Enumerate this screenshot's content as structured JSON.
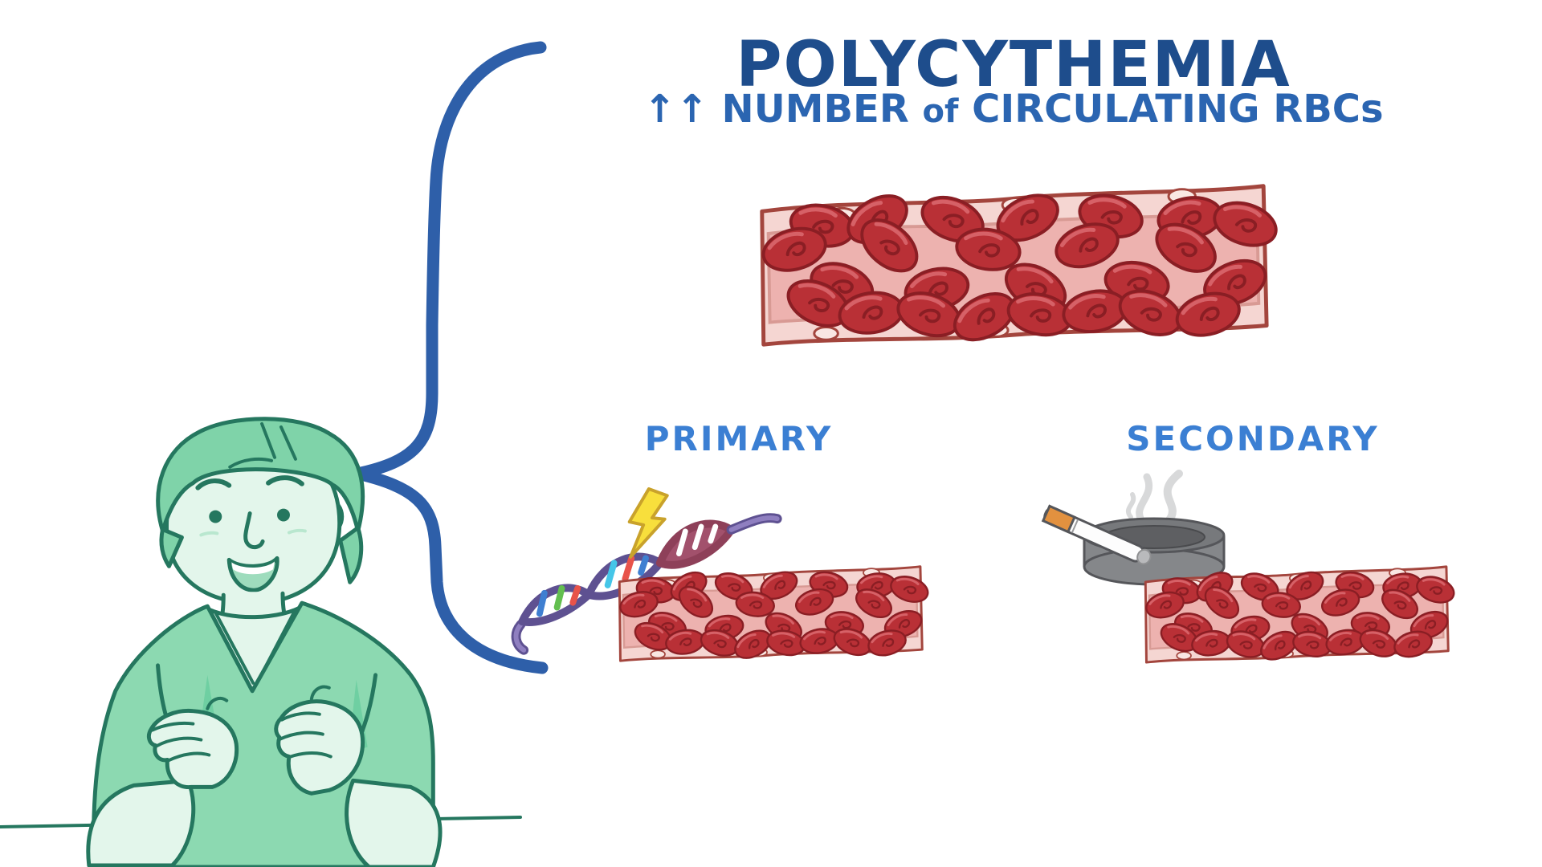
{
  "header": {
    "title": "POLYCYTHEMIA",
    "subtitle_arrows": "↑↑",
    "subtitle_main": " NUMBER ",
    "subtitle_of": "of",
    "subtitle_rest": " CIRCULATING RBCs"
  },
  "sections": {
    "primary": {
      "label": "PRIMARY"
    },
    "secondary": {
      "label": "SECONDARY"
    }
  },
  "icons": {
    "main_vessel": "blood-vessel-crowded-with-rbcs",
    "primary_cause": "dna-mutation-lightning",
    "secondary_cause": "cigarette-ashtray-smoke",
    "narrator": "narrator-character",
    "brace": "curly-brace"
  },
  "colors": {
    "title_blue": "#1e4d8c",
    "subtitle_blue": "#2b65b1",
    "label_blue": "#3b7fd3",
    "brace_blue": "#2e5fa9",
    "rbc_red": "#b93036",
    "vessel_wall": "#f5d6d2",
    "vessel_lumen": "#edb2af",
    "person_green": "#8cd9b1",
    "lightning_yellow": "#f8df3c"
  }
}
